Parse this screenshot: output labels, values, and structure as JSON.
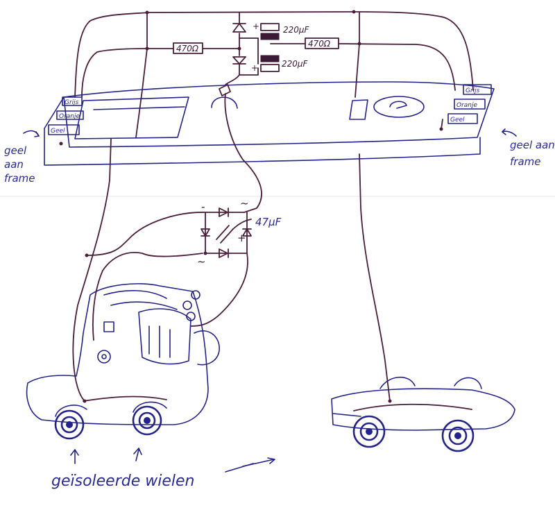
{
  "labels": {
    "cap_top": "220µF",
    "cap_bottom": "220µF",
    "resistor_left": "470Ω",
    "resistor_right": "470Ω",
    "cap_bridge": "47µF",
    "bridge_minus": "-",
    "bridge_plus": "+",
    "bridge_ac_top": "~",
    "bridge_ac_bottom": "~",
    "plus_top": "+",
    "plus_bottom": "+",
    "frame_left": [
      "geel",
      "aan",
      "frame"
    ],
    "frame_right": [
      "geel aan",
      "frame"
    ],
    "wheels_caption": "geïsoleerde wielen",
    "terminal_left": [
      "Grijs",
      "Oranje",
      "Geel"
    ],
    "terminal_right": [
      "Grijs",
      "Oranje",
      "Geel"
    ]
  }
}
